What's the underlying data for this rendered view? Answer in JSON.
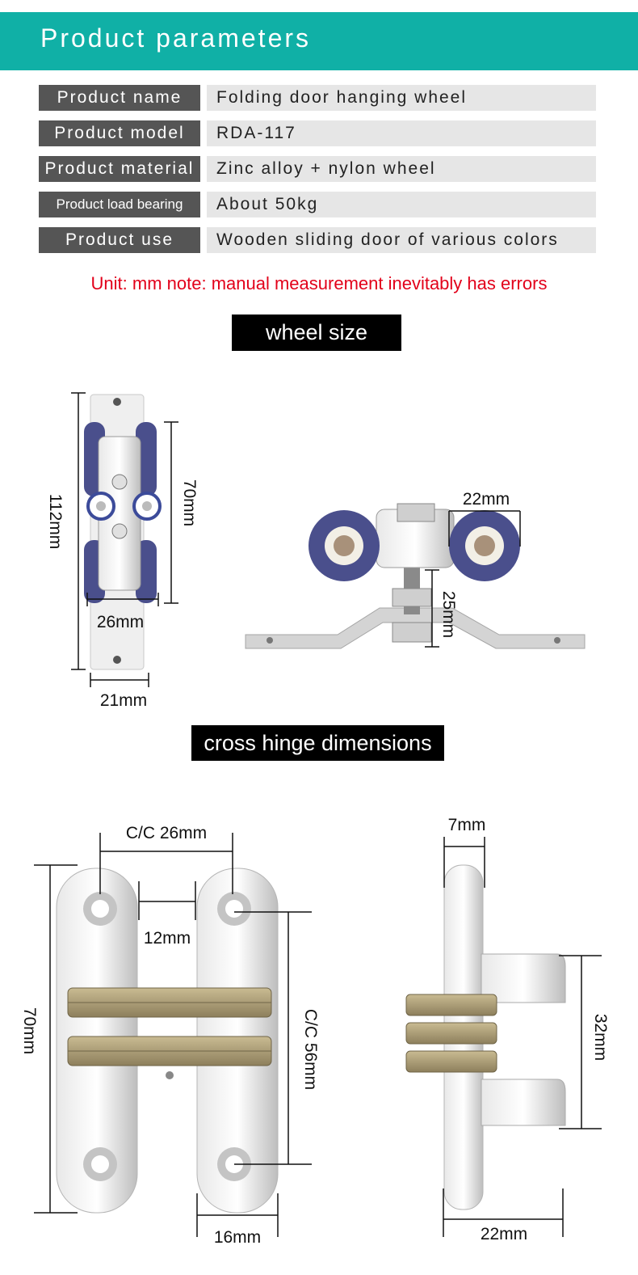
{
  "header": {
    "title": "Product parameters"
  },
  "params": [
    {
      "label": "Product name",
      "value": "Folding door hanging wheel"
    },
    {
      "label": "Product model",
      "value": "RDA-117"
    },
    {
      "label": "Product material",
      "value": "Zinc alloy + nylon wheel"
    },
    {
      "label": "Product load bearing",
      "value": "About 50kg"
    },
    {
      "label": "Product use",
      "value": "Wooden sliding door of various colors"
    }
  ],
  "note": "Unit: mm  note: manual measurement inevitably has errors",
  "wheel_section": {
    "title": "wheel size",
    "dims": {
      "height": "112mm",
      "wheel_span": "70mm",
      "wheel_width": "26mm",
      "plate_width": "21mm",
      "wheel_thickness": "22mm",
      "bolt": "25mm"
    }
  },
  "hinge_section": {
    "title": "cross hinge dimensions",
    "dims": {
      "cc_top": "C/C 26mm",
      "gap": "12mm",
      "height": "70mm",
      "cc_side": "C/C 56mm",
      "width_bottom": "16mm",
      "thickness": "7mm",
      "side_height": "32mm",
      "side_width": "22mm"
    }
  },
  "colors": {
    "banner": "#10b0a6",
    "label_bg": "#555555",
    "value_bg": "#e6e6e6",
    "note": "#e2001a",
    "wheel": "#4a4f8c",
    "metal": "#d4d4d4",
    "brass": "#b8a77f"
  }
}
